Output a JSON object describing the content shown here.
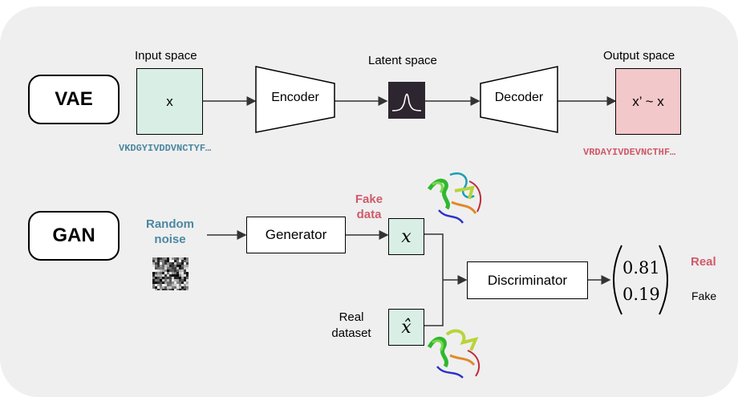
{
  "vae": {
    "label": "VAE",
    "input_caption": "Input space",
    "input_symbol": "x",
    "input_sequence": "VKDGYIVDDVNCTYF…",
    "encoder": "Encoder",
    "latent_caption": "Latent space",
    "decoder": "Decoder",
    "output_caption": "Output space",
    "output_symbol": "x’ ~ x",
    "output_sequence": "VRDAYIVDEVNCTHF…"
  },
  "gan": {
    "label": "GAN",
    "noise_label_1": "Random",
    "noise_label_2": "noise",
    "generator": "Generator",
    "fake_label_1": "Fake",
    "fake_label_2": "data",
    "fake_symbol": "x",
    "real_label_1": "Real",
    "real_label_2": "dataset",
    "real_symbol": "x̂",
    "discriminator": "Discriminator",
    "score_real": "0.81",
    "score_fake": "0.19",
    "real_out": "Real",
    "fake_out": "Fake"
  },
  "colors": {
    "input_fill": "#d9efe6",
    "output_fill": "#f3c8cb",
    "teal_text": "#4b88a2",
    "red_text": "#d05a6a",
    "latent_fill": "#2d2530"
  },
  "icons": [
    "gaussian-curve-icon",
    "noise-image-icon",
    "protein-structure-icon"
  ]
}
